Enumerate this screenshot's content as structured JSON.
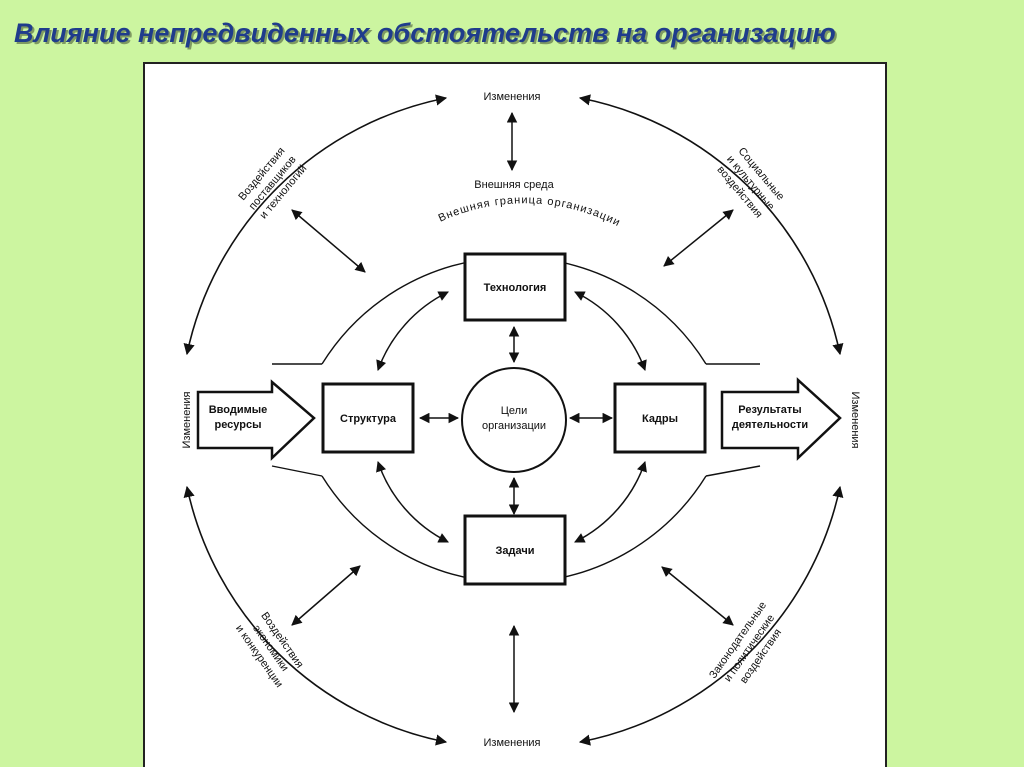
{
  "header": {
    "title": "Влияние непредвиденных обстоятельств на организацию"
  },
  "diagram": {
    "external_environment": "Внешняя среда",
    "org_boundary": "Внешняя граница организации",
    "changes_top": "Изменения",
    "changes_bottom": "Изменения",
    "changes_left": "Изменения",
    "changes_right": "Изменения",
    "influence_top_left": [
      "Воздействия",
      "поставщиков",
      "и технологий"
    ],
    "influence_top_right": [
      "Социальные",
      "и культурные",
      "воздействия"
    ],
    "influence_bottom_left": [
      "Воздействия",
      "экономики",
      "и конкуренции"
    ],
    "influence_bottom_right": [
      "Законодательные",
      "и политические",
      "воздействия"
    ],
    "technology": "Технология",
    "structure": "Структура",
    "staff": "Кадры",
    "tasks": "Задачи",
    "goals": [
      "Цели",
      "организации"
    ],
    "inputs": [
      "Вводимые",
      "ресурсы"
    ],
    "outputs": [
      "Результаты",
      "деятельности"
    ]
  },
  "colors": {
    "background": "#ccf5a0",
    "title": "#1f3c8c",
    "ink": "#111111"
  }
}
